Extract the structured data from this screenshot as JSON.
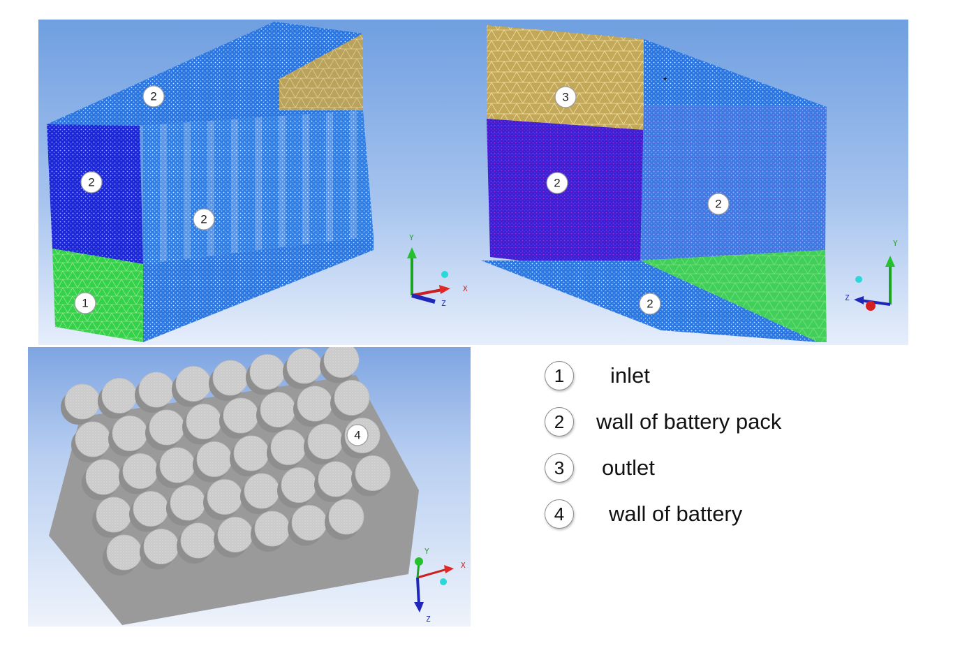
{
  "panel_a": {
    "badges": [
      "2",
      "2",
      "2",
      "1"
    ],
    "axis": {
      "x": "X",
      "y": "Y",
      "z": "Z"
    }
  },
  "panel_b": {
    "badges": [
      "3",
      "2",
      "2",
      "2"
    ],
    "axis": {
      "y": "Y",
      "z": "Z"
    }
  },
  "panel_c": {
    "badges": [
      "4"
    ],
    "axis": {
      "x": "X",
      "y": "Y",
      "z": "Z"
    }
  },
  "legend": [
    {
      "number": "1",
      "label": "inlet"
    },
    {
      "number": "2",
      "label": "wall of battery pack"
    },
    {
      "number": "3",
      "label": "outlet"
    },
    {
      "number": "4",
      "label": "wall of battery"
    }
  ],
  "colors": {
    "mesh_blue": "#1f6fe0",
    "dark_blue": "#1a1fd8",
    "inlet_green": "#3fd84a",
    "outlet_gold": "#c9a94f",
    "magenta": "#c11fb8",
    "cell_gray": "#9a9a9a"
  }
}
